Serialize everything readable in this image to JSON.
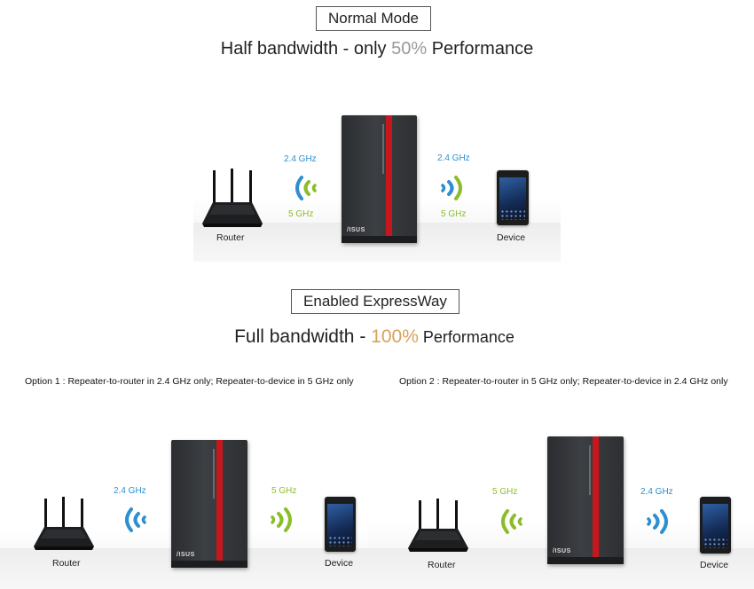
{
  "normal": {
    "mode_label": "Normal Mode",
    "headline_prefix": "Half bandwidth - only ",
    "headline_pct": "50%",
    "headline_suffix": " Performance",
    "router_label": "Router",
    "device_label": "Device",
    "left_top_band": "2.4 GHz",
    "left_bottom_band": "5 GHz",
    "right_top_band": "2.4 GHz",
    "right_bottom_band": "5 GHz"
  },
  "express": {
    "mode_label": "Enabled ExpressWay",
    "headline_prefix": "Full bandwidth - ",
    "headline_pct": "100%",
    "headline_suffix": " Performance",
    "option1": {
      "caption": "Option 1 : Repeater-to-router in 2.4 GHz only; Repeater-to-device in 5 GHz only",
      "router_label": "Router",
      "device_label": "Device",
      "left_band": "2.4 GHz",
      "right_band": "5 GHz"
    },
    "option2": {
      "caption": "Option 2 : Repeater-to-router in 5 GHz only; Repeater-to-device in 2.4 GHz only",
      "router_label": "Router",
      "device_label": "Device",
      "left_band": "5 GHz",
      "right_band": "2.4 GHz"
    }
  },
  "colors": {
    "band_24": "#2e8fd0",
    "band_5": "#8bbd2a",
    "pct_50": "#9a9a9a",
    "pct_100": "#d8a25a",
    "stripe": "#c8161d"
  },
  "repeater_logo": "/ISUS"
}
